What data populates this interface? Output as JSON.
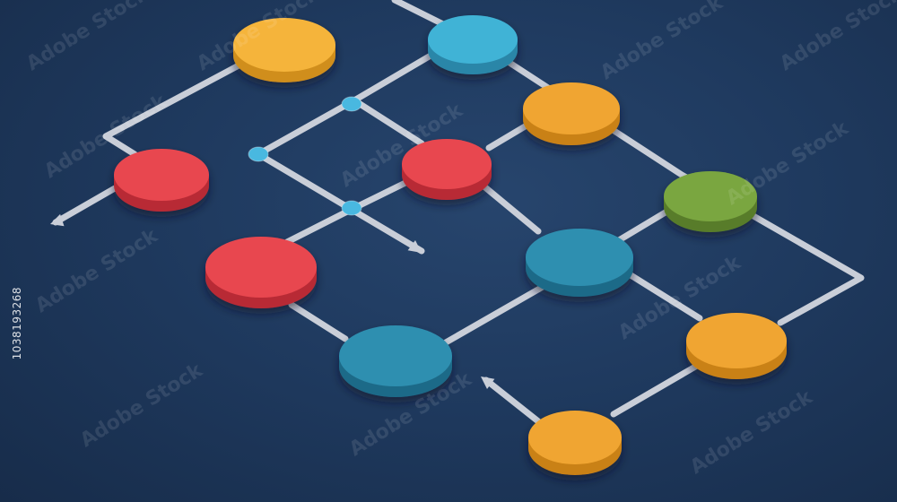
{
  "image_id_text": "1038193268",
  "watermark_text": "Adobe Stock",
  "colors": {
    "background": "#1f3a5f",
    "connector": "#c9ced8",
    "red": "#e8474f",
    "red_side": "#b82c36",
    "cyan": "#3fb3d6",
    "cyan_side": "#2a86a8",
    "teal": "#2f8fb0",
    "teal_side": "#1f6b88",
    "yellow": "#f5b43a",
    "yellow_side": "#d08e1c",
    "orange": "#f0a530",
    "orange_side": "#c98118",
    "green": "#7aa63f",
    "green_side": "#587c2a",
    "junction": "#49b8e0"
  },
  "nodes": [
    {
      "id": "node-yellow-top",
      "color": "yellow",
      "icon": "disc"
    },
    {
      "id": "node-cyan-top",
      "color": "cyan",
      "icon": "disc"
    },
    {
      "id": "node-orange-upper",
      "color": "orange",
      "icon": "disc"
    },
    {
      "id": "node-red-left",
      "color": "red",
      "icon": "disc"
    },
    {
      "id": "node-red-center",
      "color": "red",
      "icon": "disc"
    },
    {
      "id": "node-green-right",
      "color": "green",
      "icon": "disc"
    },
    {
      "id": "node-red-lower",
      "color": "red",
      "icon": "disc"
    },
    {
      "id": "node-teal-center",
      "color": "teal",
      "icon": "disc"
    },
    {
      "id": "node-teal-bottom",
      "color": "teal",
      "icon": "disc"
    },
    {
      "id": "node-orange-right",
      "color": "orange",
      "icon": "disc"
    },
    {
      "id": "node-orange-bottom",
      "color": "orange",
      "icon": "disc"
    }
  ]
}
